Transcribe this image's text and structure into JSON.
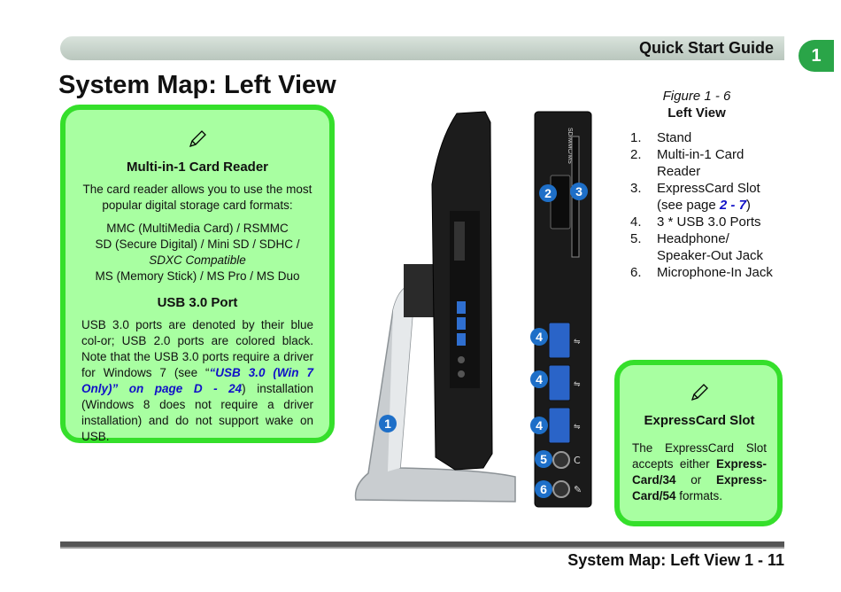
{
  "header": {
    "title": "Quick Start Guide",
    "chapter": "1"
  },
  "page_title": "System Map: Left View",
  "card_reader_note": {
    "heading": "Multi-in-1 Card Reader",
    "intro": "The card reader allows you to use the most popular digital storage card formats:",
    "formats": [
      "MMC (MultiMedia Card) / RSMMC",
      "SD (Secure Digital) / Mini SD / SDHC /",
      "SDXC Compatible",
      "MS (Memory Stick) / MS Pro / MS Duo"
    ]
  },
  "usb_note": {
    "heading": "USB 3.0 Port",
    "text_before": "USB 3.0 ports are denoted by their blue col-or; USB 2.0 ports are colored black. Note that the USB 3.0 ports require a driver for Windows 7 (see “",
    "link": "“USB 3.0 (Win 7 Only)” on page D - 24",
    "text_after": ") installation (Windows 8 does not require a driver installation) and do not support wake on USB."
  },
  "figure": {
    "number": "Figure 1 - 6",
    "title": "Left View",
    "slot_label": "SD/MMC/MS",
    "items": [
      {
        "num": "1.",
        "text": "Stand"
      },
      {
        "num": "2.",
        "text": "Multi-in-1 Card Reader"
      },
      {
        "num": "3.",
        "text_before": "ExpressCard Slot (see page ",
        "link": "2 - 7",
        "text_after": ")"
      },
      {
        "num": "4.",
        "text": "3 * USB 3.0 Ports"
      },
      {
        "num": "5.",
        "text": "Headphone/ Speaker-Out Jack"
      },
      {
        "num": "6.",
        "text": "Microphone-In Jack"
      }
    ],
    "callouts": [
      "1",
      "2",
      "3",
      "4",
      "4",
      "4",
      "5",
      "6"
    ]
  },
  "expresscard_note": {
    "heading": "ExpressCard Slot",
    "text_a": "The ExpressCard Slot accepts either ",
    "bold_a": "Express-Card/34",
    "text_b": " or ",
    "bold_b": "Express-Card/54",
    "text_c": " formats."
  },
  "footer": {
    "text": "System Map: Left View 1 - 11"
  },
  "colors": {
    "note_fill": "#a8ffa1",
    "note_border": "#35df2b",
    "callout": "#1e6fc8",
    "chapter_tab": "#2aa548"
  },
  "icons": [
    "pencil-icon",
    "usb-icon",
    "headphone-icon",
    "microphone-icon"
  ]
}
